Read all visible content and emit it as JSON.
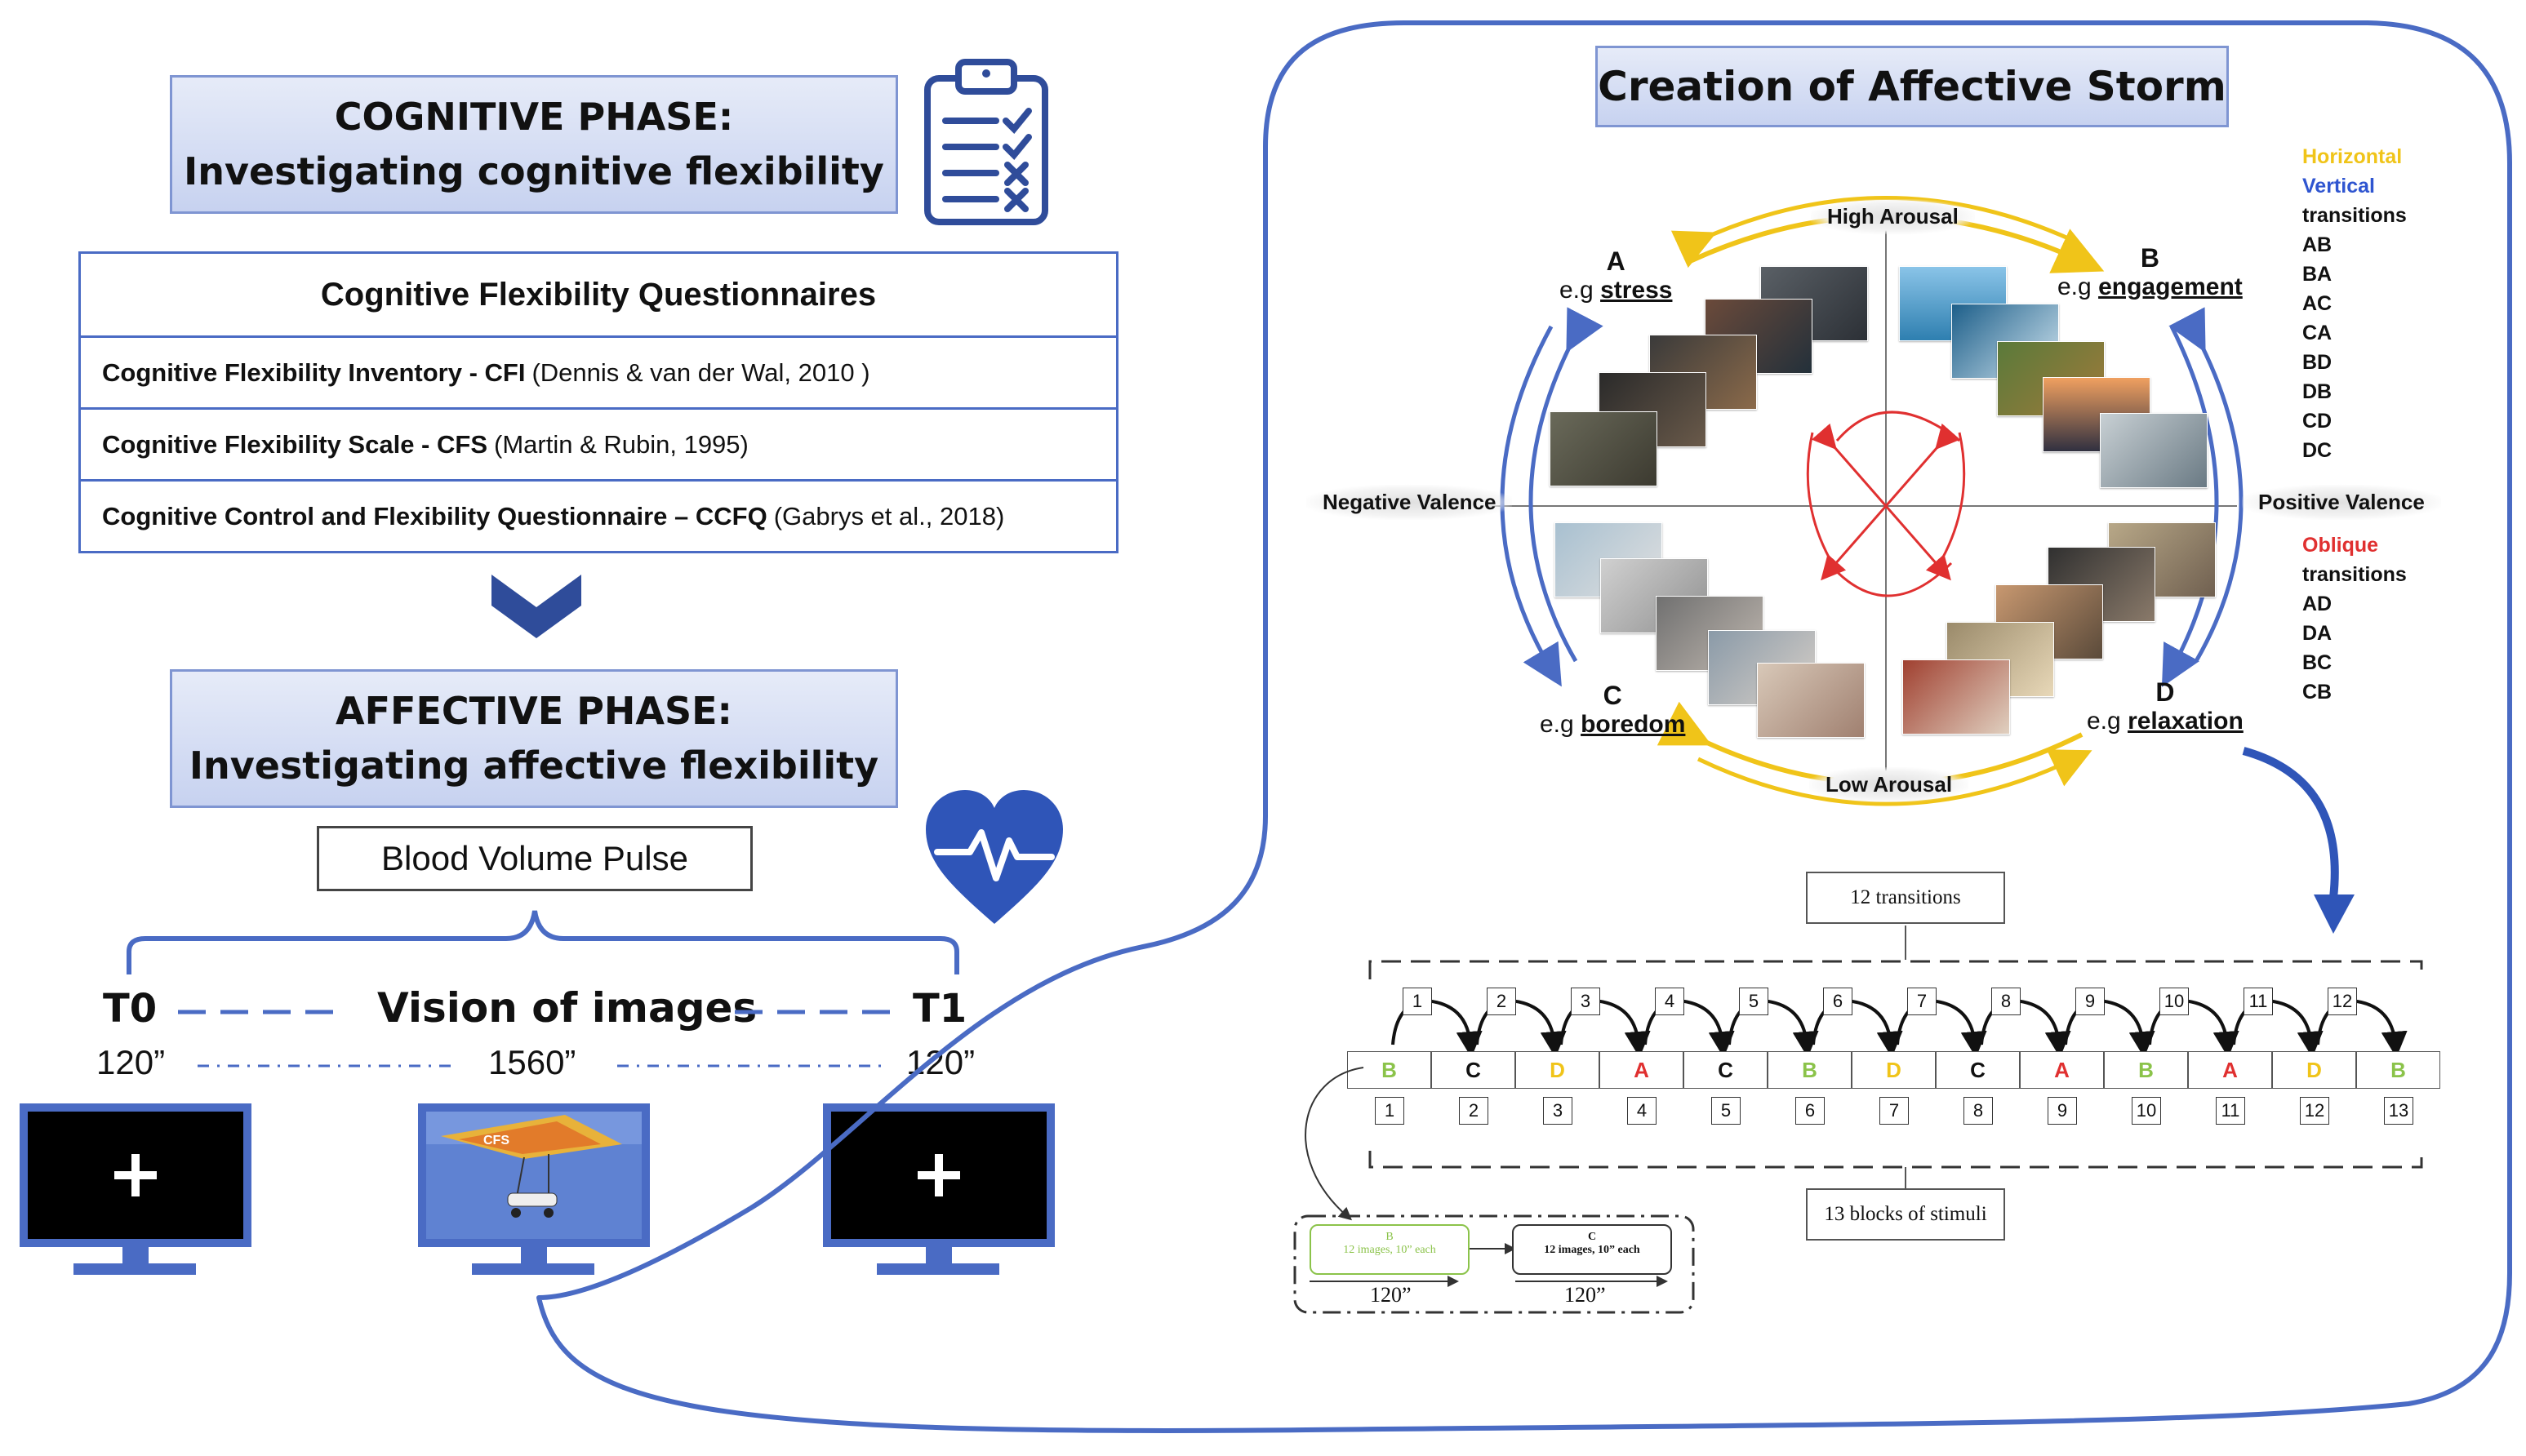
{
  "cognitive_phase": {
    "title_line1": "COGNITIVE PHASE:",
    "title_line2": "Investigating cognitive flexibility",
    "table_header": "Cognitive Flexibility Questionnaires",
    "questionnaires": [
      {
        "name": "Cognitive Flexibility Inventory - CFI",
        "ref": "(Dennis & van der Wal, 2010 )"
      },
      {
        "name": "Cognitive Flexibility Scale - CFS",
        "ref": "(Martin & Rubin, 1995)"
      },
      {
        "name": "Cognitive Control and Flexibility Questionnaire – CCFQ",
        "ref": "(Gabrys et al., 2018)"
      }
    ]
  },
  "affective_phase": {
    "title_line1": "AFFECTIVE PHASE:",
    "title_line2": "Investigating affective flexibility",
    "measure": "Blood Volume Pulse",
    "t0": "T0",
    "t1": "T1",
    "vision": "Vision of images",
    "dur_t0": "120”",
    "dur_vision": "1560”",
    "dur_t1": "120”"
  },
  "storm": {
    "title": "Creation of Affective Storm",
    "axis": {
      "top": "High Arousal",
      "bottom": "Low Arousal",
      "left": "Negative Valence",
      "right": "Positive Valence"
    },
    "quadrants": {
      "A": {
        "letter": "A",
        "prefix": "e.g",
        "example": "stress"
      },
      "B": {
        "letter": "B",
        "prefix": "e.g",
        "example": "engagement"
      },
      "C": {
        "letter": "C",
        "prefix": "e.g",
        "example": "boredom"
      },
      "D": {
        "letter": "D",
        "prefix": "e.g",
        "example": "relaxation"
      }
    },
    "legend": {
      "horizontal": "Horizontal",
      "vertical": "Vertical",
      "transitions_label": "transitions",
      "hv_transitions": [
        "AB",
        "BA",
        "AC",
        "CA",
        "BD",
        "DB",
        "CD",
        "DC"
      ],
      "oblique": "Oblique",
      "oblique_transitions": [
        "AD",
        "DA",
        "BC",
        "CB"
      ]
    },
    "colors": {
      "horizontal": "#f0c419",
      "vertical": "#4a6bc4",
      "oblique": "#e03030",
      "green": "#8bc34a",
      "yellow": "#f0c419",
      "red": "#e03030"
    }
  },
  "sequence": {
    "transitions_label": "12 transitions",
    "blocks_label": "13 blocks of stimuli",
    "blocks": [
      "B",
      "C",
      "D",
      "A",
      "C",
      "B",
      "D",
      "C",
      "A",
      "B",
      "A",
      "D",
      "B"
    ],
    "block_numbers": [
      "1",
      "2",
      "3",
      "4",
      "5",
      "6",
      "7",
      "8",
      "9",
      "10",
      "11",
      "12",
      "13"
    ],
    "transition_numbers": [
      "1",
      "2",
      "3",
      "4",
      "5",
      "6",
      "7",
      "8",
      "9",
      "10",
      "11",
      "12"
    ],
    "detail": [
      {
        "letter": "B",
        "text": "12 images, 10” each",
        "dur": "120”"
      },
      {
        "letter": "C",
        "text": "12 images, 10” each",
        "dur": "120”"
      }
    ]
  }
}
